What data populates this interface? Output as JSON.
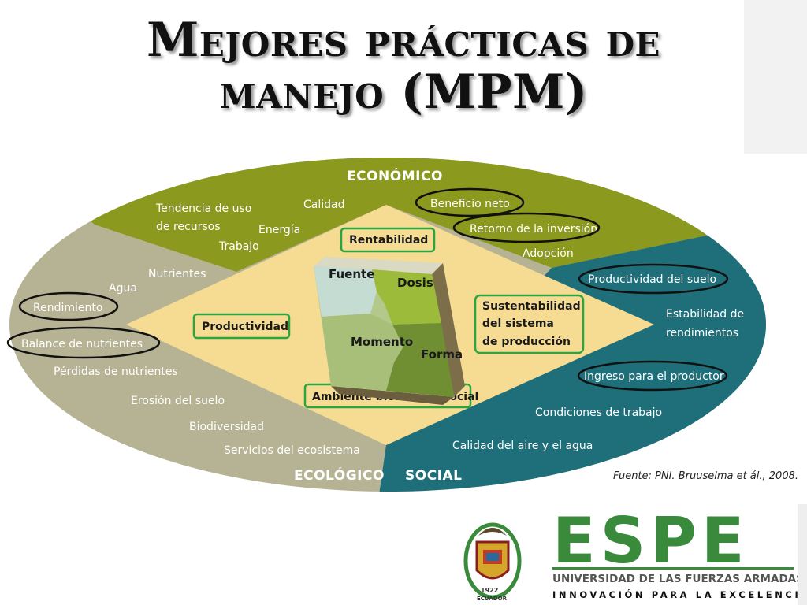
{
  "title": {
    "line1": "Mejores prácticas de",
    "line2": "manejo (MPM)"
  },
  "sections": {
    "economico": {
      "title": "ECONÓMICO",
      "items": [
        "Tendencia de uso",
        "de recursos",
        "Calidad",
        "Energía",
        "Trabajo",
        "Beneficio neto",
        "Retorno de la inversión",
        "Adopción"
      ]
    },
    "ecologico": {
      "title": "ECOLÓGICO",
      "items": [
        "Nutrientes",
        "Agua",
        "Rendimiento",
        "Balance de nutrientes",
        "Pérdidas de nutrientes",
        "Erosión del suelo",
        "Biodiversidad",
        "Servicios del ecosistema"
      ]
    },
    "social": {
      "title": "SOCIAL",
      "items": [
        "Productividad del suelo",
        "Estabilidad de",
        "rendimientos",
        "Ingreso para el productor",
        "Condiciones de trabajo",
        "Calidad del aire y el agua"
      ]
    }
  },
  "center": {
    "boxes": [
      "Rentabilidad",
      "Productividad",
      "Sustentabilidad",
      "del sistema",
      "de producción",
      "Ambiente biofísico y social"
    ],
    "puzzle": [
      "Fuente",
      "Dosis",
      "Momento",
      "Forma"
    ]
  },
  "source": "Fuente: PNI. Bruuselma et ál., 2008.",
  "logo": {
    "name": "ESPE",
    "university": "UNIVERSIDAD DE LAS FUERZAS ARMADAS",
    "slogan": "INNOVACIÓN PARA LA EXCELENCIA",
    "year": "1922",
    "country": "ECUADOR"
  },
  "colors": {
    "economico": "#8b9a1e",
    "ecologico": "#b6b394",
    "social": "#1f6f7a",
    "center": "#f6dc92",
    "highlight_green": "#2aa541",
    "highlight_black": "#111111",
    "brand_green": "#3a8a3c"
  }
}
